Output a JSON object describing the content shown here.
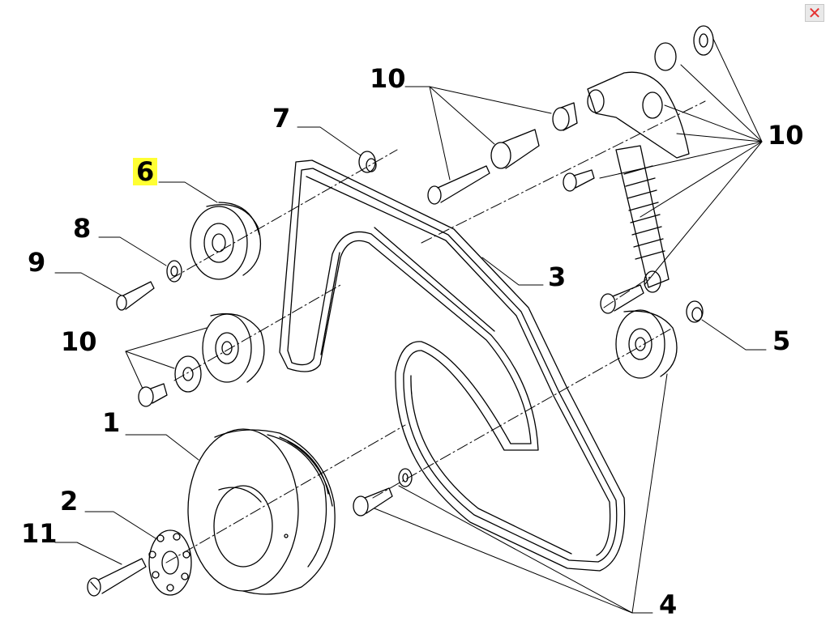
{
  "window": {
    "close_glyph": "✕"
  },
  "callouts": [
    {
      "id": "c1",
      "label": "1",
      "highlight": false
    },
    {
      "id": "c2",
      "label": "2",
      "highlight": false
    },
    {
      "id": "c3",
      "label": "3",
      "highlight": false
    },
    {
      "id": "c4",
      "label": "4",
      "highlight": false
    },
    {
      "id": "c5",
      "label": "5",
      "highlight": false
    },
    {
      "id": "c6",
      "label": "6",
      "highlight": true
    },
    {
      "id": "c7",
      "label": "7",
      "highlight": false
    },
    {
      "id": "c8",
      "label": "8",
      "highlight": false
    },
    {
      "id": "c9",
      "label": "9",
      "highlight": false
    },
    {
      "id": "c10a",
      "label": "10",
      "highlight": false
    },
    {
      "id": "c10b",
      "label": "10",
      "highlight": false
    },
    {
      "id": "c10c",
      "label": "10",
      "highlight": false
    },
    {
      "id": "c11",
      "label": "11",
      "highlight": false
    }
  ],
  "colors": {
    "line": "#000000",
    "highlight": "#ffff33",
    "close_icon": "#e53131"
  }
}
